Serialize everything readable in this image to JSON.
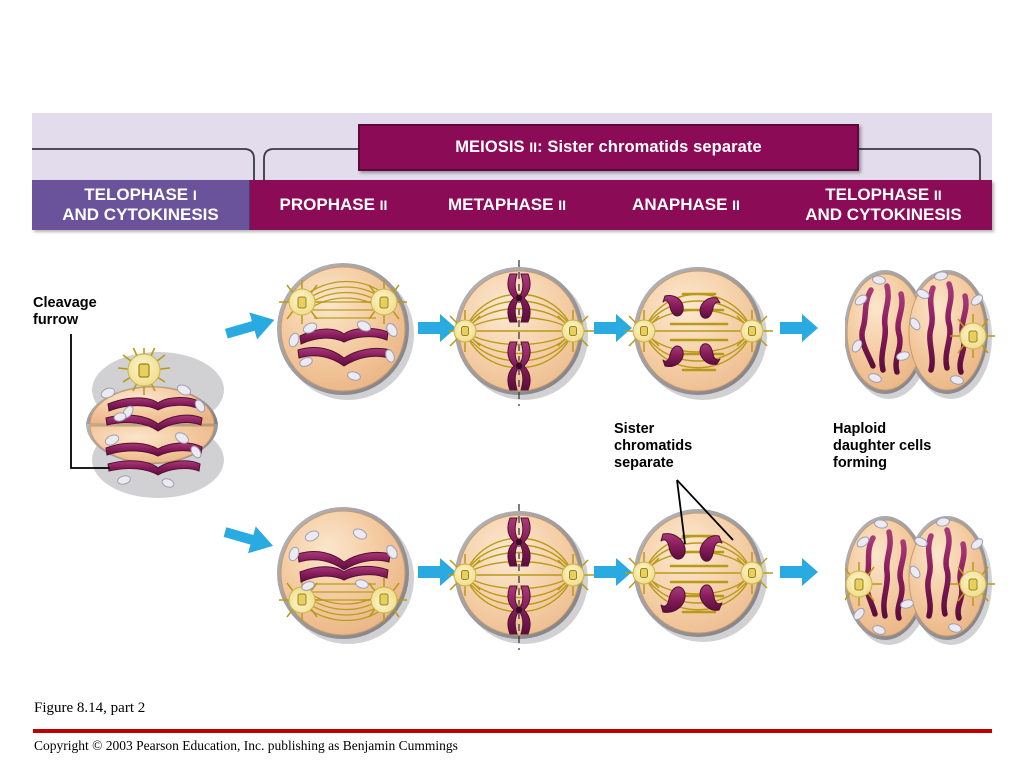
{
  "figure": {
    "caption": "Figure 8.14, part 2",
    "copyright": "Copyright © 2003 Pearson Education, Inc. publishing as Benjamin Cummings",
    "rule_color": "#c00000"
  },
  "banner": {
    "background": "#e2dcec",
    "meiosis_title_main": "MEIOSIS ",
    "meiosis_title_numeral": "II",
    "meiosis_title_rest": ": Sister chromatids separate",
    "title_box_color": "#8c0b56"
  },
  "phases": [
    {
      "label_line1": "TELOPHASE ",
      "numeral": "I",
      "label_line2": "AND CYTOKINESIS",
      "color": "#6b539b",
      "name": "telophase-i-and-cytokinesis"
    },
    {
      "label_line1": "PROPHASE ",
      "numeral": "II",
      "label_line2": "",
      "color": "#8c0b56",
      "name": "prophase-ii"
    },
    {
      "label_line1": "METAPHASE ",
      "numeral": "II",
      "label_line2": "",
      "color": "#8c0b56",
      "name": "metaphase-ii"
    },
    {
      "label_line1": "ANAPHASE ",
      "numeral": "II",
      "label_line2": "",
      "color": "#8c0b56",
      "name": "anaphase-ii"
    },
    {
      "label_line1": "TELOPHASE ",
      "numeral": "II",
      "label_line2": "AND CYTOKINESIS",
      "color": "#8c0b56",
      "name": "telophase-ii-and-cytokinesis"
    }
  ],
  "annotations": {
    "cleavage_furrow": "Cleavage\nfurrow",
    "sister_chromatids_separate": "Sister\nchromatids\nseparate",
    "haploid_daughter_cells": "Haploid\ndaughter cells\nforming"
  },
  "palette": {
    "cytoplasm": "#f2c79b",
    "cytoplasm_light": "#fae0c2",
    "membrane": "#8e8e90",
    "membrane_shadow": "#bdbdbd",
    "chromosome": "#8e1e5e",
    "chromosome_dark": "#5f0f3e",
    "spindle": "#b89a16",
    "centrosome": "#f7e9a0",
    "organelle": "#e9e9f2",
    "arrow": "#29abe2"
  },
  "cells": {
    "top_row": [
      {
        "name": "cell-prophase-ii-top",
        "phase": "prophase-ii"
      },
      {
        "name": "cell-metaphase-ii-top",
        "phase": "metaphase-ii"
      },
      {
        "name": "cell-anaphase-ii-top",
        "phase": "anaphase-ii"
      },
      {
        "name": "cell-telophase-ii-top",
        "phase": "telophase-ii"
      }
    ],
    "bottom_row": [
      {
        "name": "cell-prophase-ii-bottom",
        "phase": "prophase-ii"
      },
      {
        "name": "cell-metaphase-ii-bottom",
        "phase": "metaphase-ii"
      },
      {
        "name": "cell-anaphase-ii-bottom",
        "phase": "anaphase-ii"
      },
      {
        "name": "cell-telophase-ii-bottom",
        "phase": "telophase-ii"
      }
    ],
    "telophase_i": {
      "name": "cell-telophase-i",
      "phase": "telophase-i"
    }
  }
}
